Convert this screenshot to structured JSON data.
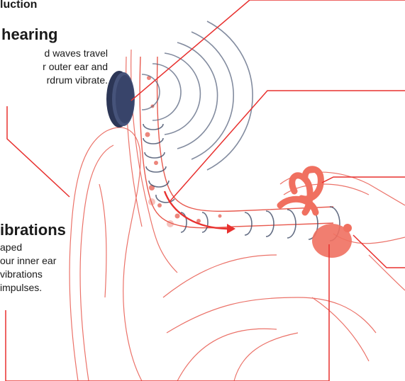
{
  "labels": {
    "top_title": "luction",
    "hearing_heading": "hearing",
    "hearing_body": [
      "d waves travel",
      "r outer ear and",
      "rdrum vibrate."
    ],
    "vibrations_heading": "ibrations",
    "vibrations_body": [
      "aped",
      "our inner ear",
      " vibrations",
      "impulses."
    ]
  },
  "colors": {
    "accent": "#e8312f",
    "cochlea": "#f07060",
    "device": "#2c3656",
    "wave": "#5a6680",
    "line": "#e8312f"
  }
}
